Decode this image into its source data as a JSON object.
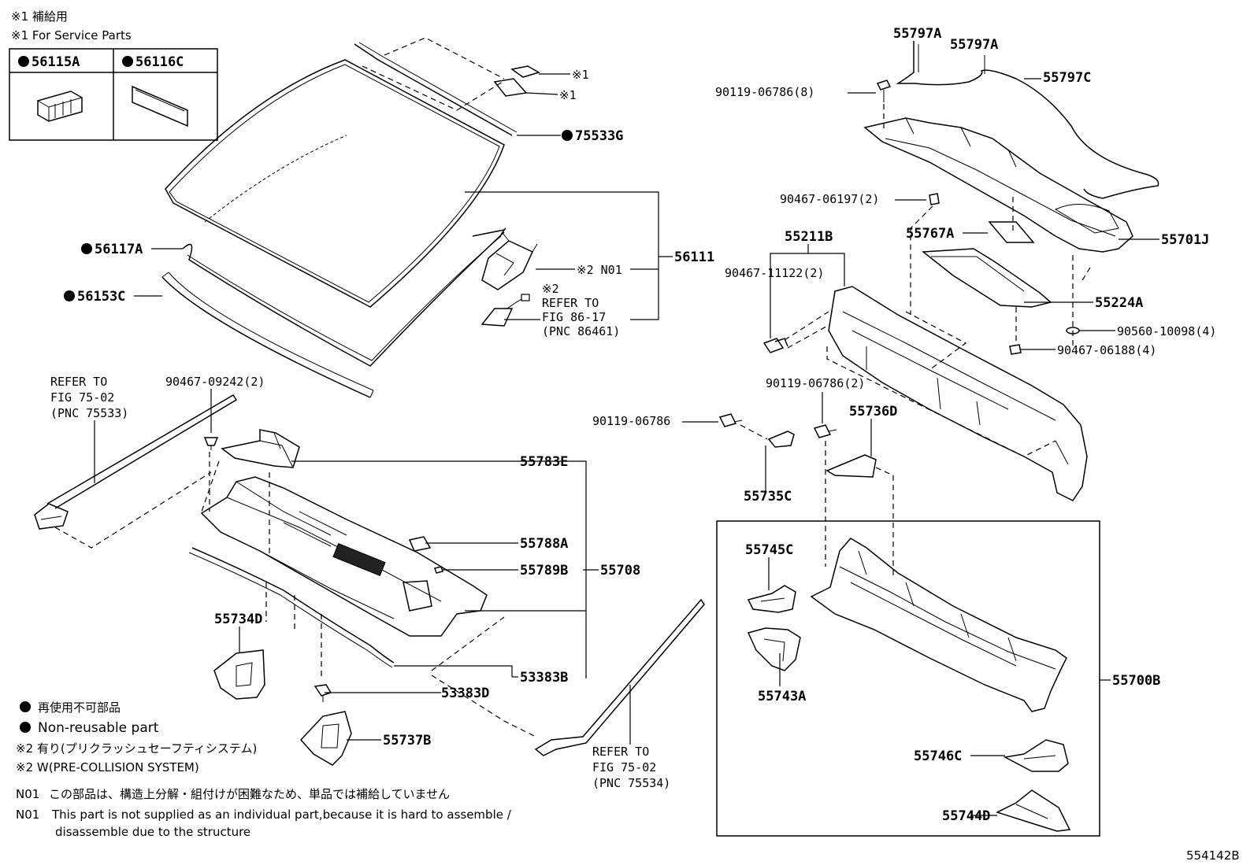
{
  "notes": {
    "sp_jp": "※1 補給用",
    "sp_en": "※1 For Service Parts",
    "legend_dot_jp": "再使用不可部品",
    "legend_dot_en": "Non-reusable part",
    "w2_jp": "※2 有り(プリクラッシュセーフティシステム)",
    "w2_en": "※2 W(PRE-COLLISION SYSTEM)",
    "n01_jp_key": "N01",
    "n01_jp": "この部品は、構造上分解・組付けが困難なため、単品では補給していません",
    "n01_en_key": "N01",
    "n01_en_1": "This part is not supplied as an individual part,because it is hard to assemble /",
    "n01_en_2": "disassemble due to the structure"
  },
  "service_box": {
    "left": "56115A",
    "right": "56116C"
  },
  "parts": {
    "p75533G": "75533G",
    "p56117A": "56117A",
    "p56153C": "56153C",
    "p56111": "56111",
    "pN01": "※2 N01",
    "sp1a": "※1",
    "sp1b": "※1",
    "ref86_1": "※2",
    "ref86_2": "REFER TO",
    "ref86_3": "FIG 86-17",
    "ref86_4": "(PNC 86461)",
    "ref7502a_1": "REFER TO",
    "ref7502a_2": "FIG 75-02",
    "ref7502a_3": "(PNC 75533)",
    "p9046709242": "90467-09242(2)",
    "p55783E": "55783E",
    "p55788A": "55788A",
    "p55789B": "55789B",
    "p55708": "55708",
    "p55734D": "55734D",
    "p53383D": "53383D",
    "p53383B": "53383B",
    "p55737B": "55737B",
    "ref7502b_1": "REFER TO",
    "ref7502b_2": "FIG 75-02",
    "ref7502b_3": "(PNC 75534)",
    "p55797A_1": "55797A",
    "p55797A_2": "55797A",
    "p55797C": "55797C",
    "p9011906786_8": "90119-06786(8)",
    "p9046706197": "90467-06197(2)",
    "p55211B": "55211B",
    "p55767A": "55767A",
    "p55701J": "55701J",
    "p9046711122": "90467-11122(2)",
    "p55224A": "55224A",
    "p9056010098": "90560-10098(4)",
    "p9046706188": "90467-06188(4)",
    "p9011906786_2": "90119-06786(2)",
    "p55736D": "55736D",
    "p9011906786": "90119-06786",
    "p55735C": "55735C",
    "p55745C": "55745C",
    "p55743A": "55743A",
    "p55700B": "55700B",
    "p55746C": "55746C",
    "p55744D": "55744D",
    "diagram_id": "554142B"
  }
}
